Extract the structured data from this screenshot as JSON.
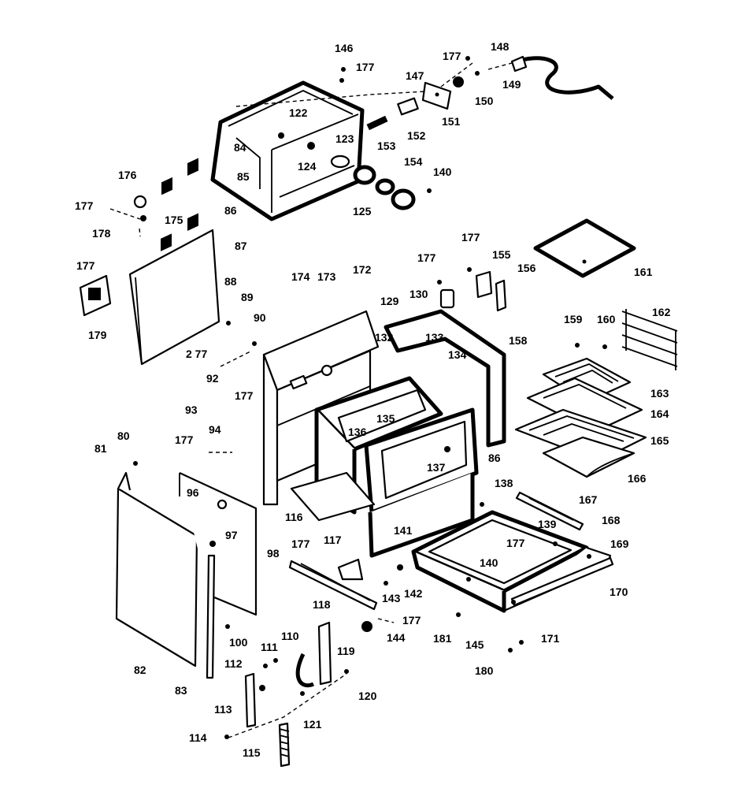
{
  "diagram": {
    "labels": {
      "p146": "146",
      "p177a": "177",
      "p177b": "177",
      "p148": "148",
      "p147": "147",
      "p149": "149",
      "p150": "150",
      "p151": "151",
      "p152": "152",
      "p122": "122",
      "p123": "123",
      "p84": "84",
      "p124": "124",
      "p85": "85",
      "p86a": "86",
      "p153": "153",
      "p154": "154",
      "p140a": "140",
      "p125": "125",
      "p176": "176",
      "p177c": "177",
      "p175": "175",
      "p178": "178",
      "p87": "87",
      "p177d": "177",
      "p179": "179",
      "p88": "88",
      "p89": "89",
      "p90": "90",
      "p174": "174",
      "p173": "173",
      "p172": "172",
      "p129": "129",
      "p177e": "177",
      "p130": "130",
      "p177f": "177",
      "p155": "155",
      "p156": "156",
      "p161": "161",
      "p277": "2 77",
      "p92": "92",
      "p132": "132",
      "p133": "133",
      "p134": "134",
      "p158": "158",
      "p159": "159",
      "p160": "160",
      "p162": "162",
      "p177g": "177",
      "p93": "93",
      "p136": "136",
      "p135": "135",
      "p163": "163",
      "p164": "164",
      "p165": "165",
      "p94": "94",
      "p177h": "177",
      "p86b": "86",
      "p137": "137",
      "p166": "166",
      "p80": "80",
      "p81": "81",
      "p96": "96",
      "p138": "138",
      "p167": "167",
      "p116": "116",
      "p141": "141",
      "p97": "97",
      "p168": "168",
      "p139": "139",
      "p177i": "177",
      "p117": "117",
      "p177j": "177",
      "p169": "169",
      "p98": "98",
      "p140b": "140",
      "p143": "143",
      "p142": "142",
      "p170": "170",
      "p118": "118",
      "p177k": "177",
      "p144": "144",
      "p181": "181",
      "p145": "145",
      "p171": "171",
      "p100": "100",
      "p110": "110",
      "p111": "111",
      "p119": "119",
      "p82": "82",
      "p112": "112",
      "p180": "180",
      "p120": "120",
      "p83": "83",
      "p113": "113",
      "p121": "121",
      "p114": "114",
      "p115": "115"
    }
  }
}
